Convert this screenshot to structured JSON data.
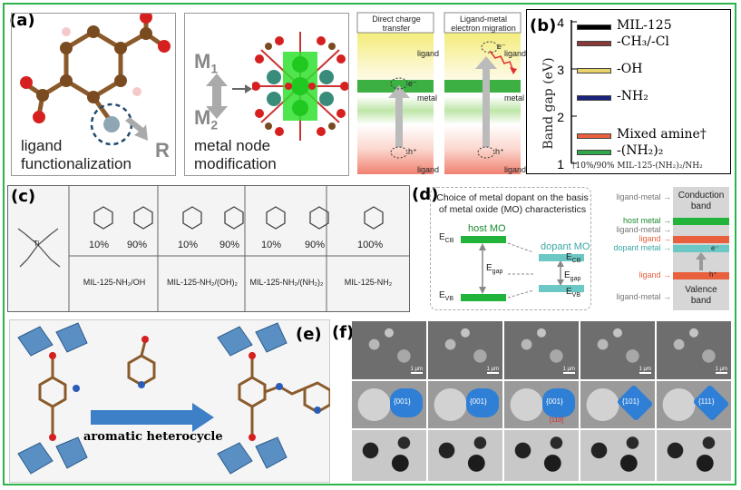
{
  "panels": {
    "a": {
      "tag": "(a)",
      "ligand_label": "ligand functionalization",
      "r_label": "R",
      "m1": "M1",
      "m2": "M2",
      "metal_label": "metal node modification",
      "direct_title": "Direct charge transfer",
      "lm_title": "Ligand-metal electron migration",
      "ligand": "ligand",
      "metal": "metal",
      "e": "e⁻",
      "h": "h⁺"
    },
    "b": {
      "tag": "(b)",
      "ylabel": "Band gap (eV)",
      "footnote": "†10%/90% MIL-125-(NH₂)₂/NH₂",
      "legend": [
        {
          "name": "MIL-125",
          "color": "#000000"
        },
        {
          "name": "-CH₃/-Cl",
          "color": "#8b3a3a"
        },
        {
          "name": "-OH",
          "color": "#e8d26a"
        },
        {
          "name": "-NH₂",
          "color": "#1a237e"
        },
        {
          "name": "Mixed amine†",
          "color": "#e8603c"
        },
        {
          "name": "-(NH₂)₂",
          "color": "#2ea84a"
        }
      ]
    },
    "c": {
      "tag": "(c)",
      "pcts": [
        "10%",
        "90%",
        "10%",
        "90%",
        "10%",
        "90%",
        "100%"
      ],
      "names": [
        "MIL-125-NH₂/OH",
        "MIL-125-NH₂/(OH)₂",
        "MIL-125-NH₂/(NH₂)₂",
        "MIL-125-NH₂"
      ],
      "ti": "Ti"
    },
    "d": {
      "tag": "(d)",
      "title": "Choice of metal dopant on the basis of metal oxide (MO) characteristics",
      "host_mo": "host MO",
      "dopant_mo": "dopant MO",
      "ecb": "E",
      "evb": "E",
      "egap": "E",
      "cb_sub": "CB",
      "vb_sub": "VB",
      "gap_sub": "gap",
      "right_labels": [
        "ligand-metal",
        "host metal",
        "ligand-metal",
        "ligand",
        "dopant metal",
        "ligand",
        "ligand-metal"
      ],
      "conduction": "Conduction band",
      "valence": "Valence band",
      "e": "e⁻",
      "h": "h⁺"
    },
    "e": {
      "tag": "(e)",
      "arrow_label": "aromatic heterocycle"
    },
    "f": {
      "tag": "(f)",
      "facets": [
        "{001}",
        "{001}",
        "{001}",
        "{101}",
        "{111}"
      ],
      "facet_extra": "[110]",
      "scale": [
        "1 μm",
        "1 μm",
        "1 μm",
        "1 μm",
        "1 μm"
      ]
    }
  }
}
